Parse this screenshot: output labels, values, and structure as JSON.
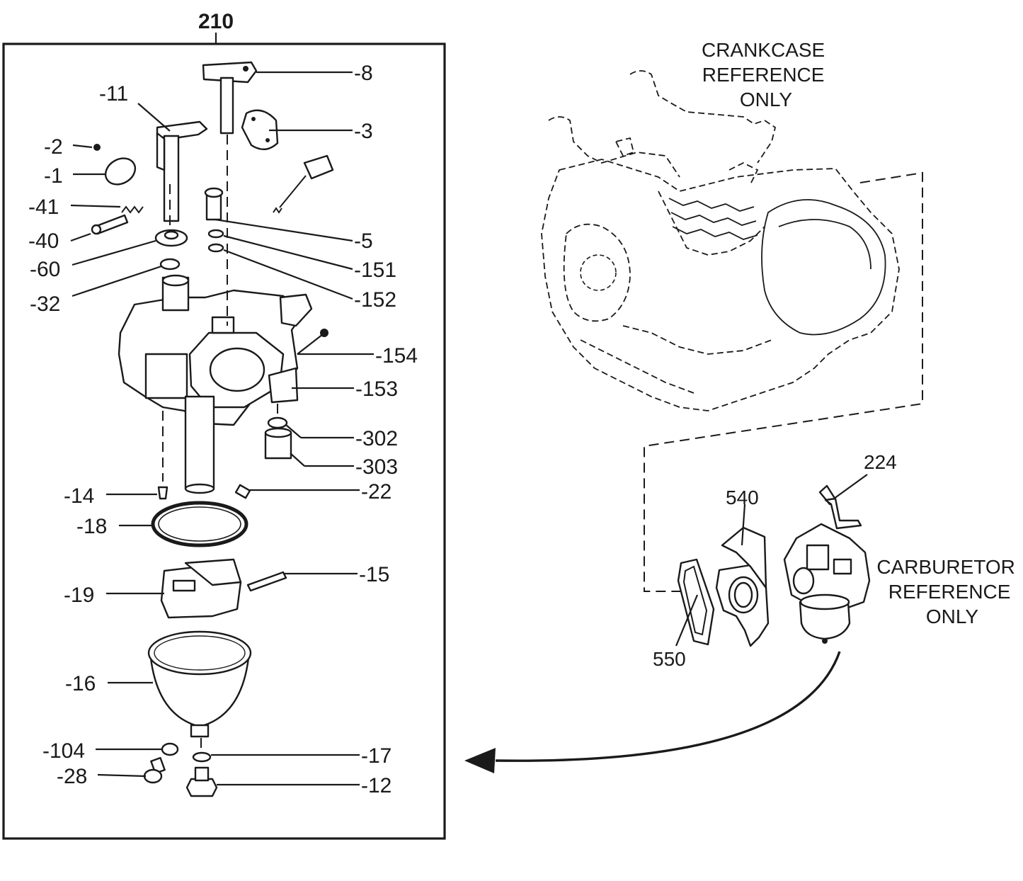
{
  "assembly_label": "210",
  "crankcase_note": [
    "CRANKCASE",
    "REFERENCE",
    "ONLY"
  ],
  "carburetor_note": [
    "CARBURETOR",
    "REFERENCE",
    "ONLY"
  ],
  "callouts": {
    "p8": "-8",
    "p11": "-11",
    "p3": "-3",
    "p2": "-2",
    "p1": "-1",
    "p41": "-41",
    "p40": "-40",
    "p5": "-5",
    "p60": "-60",
    "p151": "-151",
    "p32": "-32",
    "p152": "-152",
    "p154": "-154",
    "p153": "-153",
    "p302": "-302",
    "p303": "-303",
    "p14": "-14",
    "p22": "-22",
    "p18": "-18",
    "p15": "-15",
    "p19": "-19",
    "p16": "-16",
    "p104": "-104",
    "p17": "-17",
    "p28": "-28",
    "p12": "-12"
  },
  "ref_callouts": {
    "r224": "224",
    "r540": "540",
    "r550": "550"
  },
  "colors": {
    "ink": "#1a1a1a",
    "paper": "#ffffff"
  }
}
